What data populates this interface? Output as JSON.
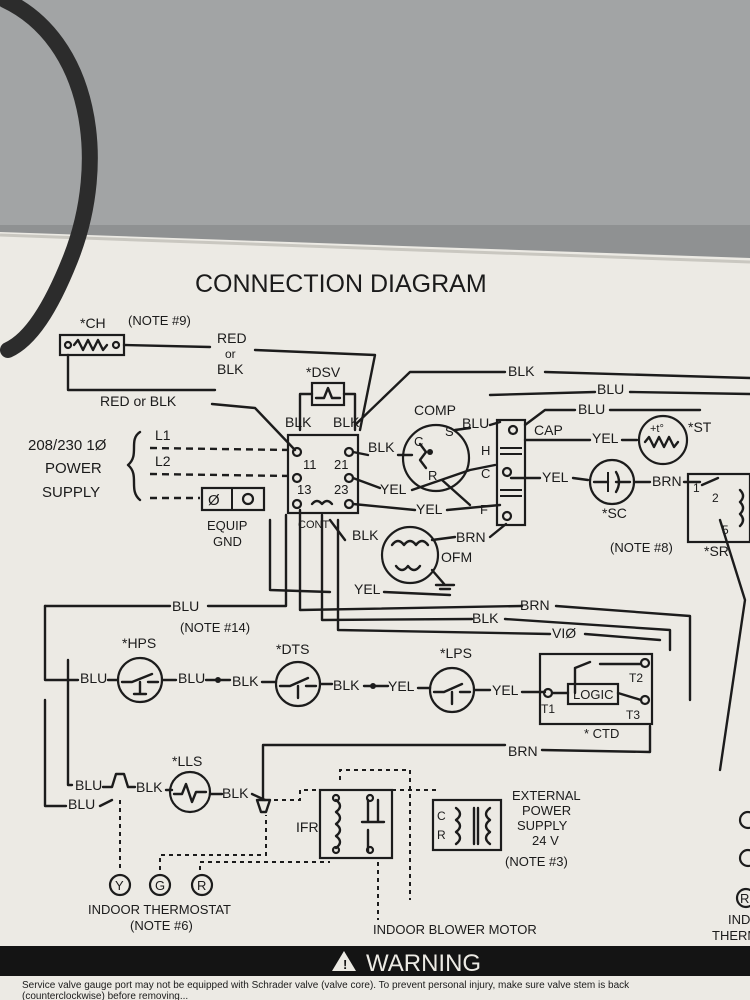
{
  "colors": {
    "housing": "#8f9192",
    "label": "#eceae4",
    "ink": "#1c1c1c",
    "warning_bar": "#141414"
  },
  "diagram": {
    "title": "CONNECTION DIAGRAM",
    "components": {
      "ch": "*CH",
      "note9": "(NOTE #9)",
      "dsv": "*DSV",
      "comp": "COMP",
      "cap": "CAP",
      "st": "*ST",
      "sc": "*SC",
      "sr": "*SR",
      "note8": "(NOTE #8)",
      "ofm": "OFM",
      "cont": "CONT",
      "equip": "EQUIP",
      "gnd": "GND",
      "hps": "*HPS",
      "dts": "*DTS",
      "lps": "*LPS",
      "ctd": "* CTD",
      "logic": "LOGIC",
      "lls": "*LLS",
      "ifr": "IFR",
      "note14": "(NOTE #14)"
    },
    "supply": {
      "line1": "208/230 1Ø",
      "line2": "POWER",
      "line3": "SUPPLY",
      "l1": "L1",
      "l2": "L2"
    },
    "terminals": {
      "t11": "11",
      "t21": "21",
      "t13": "13",
      "t23": "23",
      "c": "C",
      "s": "S",
      "r": "R",
      "h": "H",
      "cap_c": "C",
      "f": "F",
      "sr1": "1",
      "sr2": "2",
      "sr5": "5",
      "ctd_t1": "T1",
      "ctd_t2": "T2",
      "ctd_t3": "T3",
      "ext_c": "C",
      "ext_r": "R",
      "ground": "Ø",
      "plus_t": "+t°"
    },
    "wires": {
      "red": "RED",
      "or": "or",
      "blk": "BLK",
      "red_or_blk": "RED or BLK",
      "blu": "BLU",
      "yel": "YEL",
      "brn": "BRN",
      "vio": "VIØ"
    },
    "external": {
      "line1": "EXTERNAL",
      "line2": "POWER",
      "line3": "SUPPLY",
      "line4": "24 V",
      "note": "(NOTE #3)"
    },
    "thermostat": {
      "y": "Y",
      "g": "G",
      "r": "R",
      "label": "INDOOR THERMOSTAT",
      "note": "(NOTE #6)"
    },
    "blower": "INDOOR BLOWER MOTOR",
    "right_edge": {
      "t1": "IND",
      "t2": "THERM",
      "r": "R"
    }
  },
  "warning": {
    "heading": "WARNING",
    "line1": "Service valve gauge port may not be equipped with Schrader valve (valve core). To prevent personal injury, make sure valve stem is back",
    "line2": "(counterclockwise) before removing..."
  }
}
